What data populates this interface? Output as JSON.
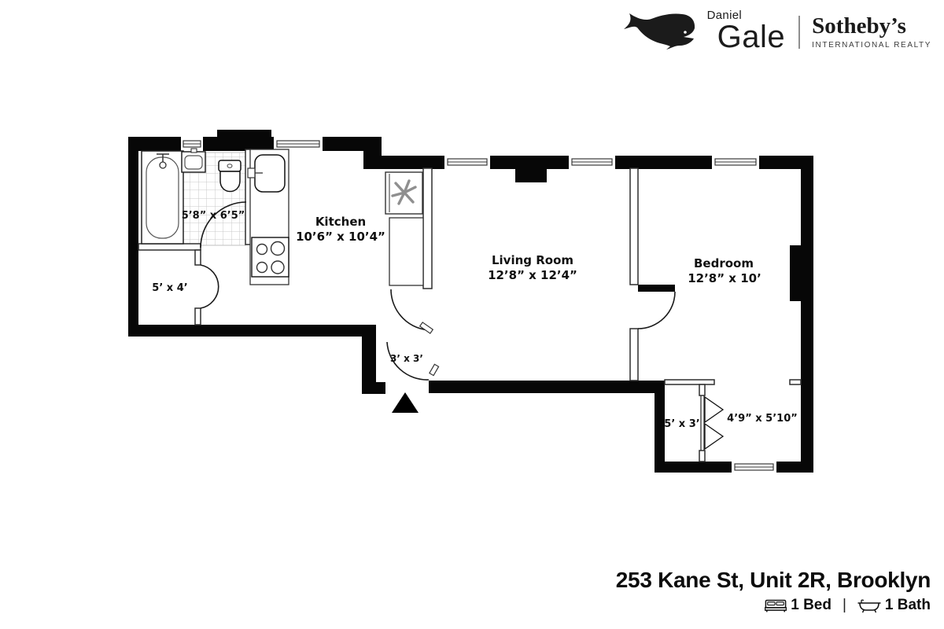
{
  "brand": {
    "daniel": "Daniel",
    "gale": "Gale",
    "sothebys": "Sotheby’s",
    "intl": "INTERNATIONAL REALTY"
  },
  "plan": {
    "bathroom_dim": "5’8” x 6’5”",
    "closet_left_dim": "5’ x 4’",
    "kitchen_name": "Kitchen",
    "kitchen_dim": "10’6” x 10’4”",
    "living_name": "Living Room",
    "living_dim": "12’8” x 12’4”",
    "bedroom_name": "Bedroom",
    "bedroom_dim": "12’8” x 10’",
    "entry_dim": "3’ x 3’",
    "closet_right_dim": "5’ x 3’",
    "nook_dim": "4’9” x 5’10”"
  },
  "footer": {
    "address": "253 Kane St, Unit 2R, Brooklyn",
    "beds": "1 Bed",
    "baths": "1 Bath",
    "separator": "|"
  },
  "colors": {
    "walls": "#070707",
    "background": "#ffffff",
    "text": "#101010",
    "tile_line": "#c9c9c9",
    "fixture_line": "#333333"
  },
  "icons": {
    "whale": "whale-logo-icon",
    "bed": "bed-icon",
    "bath": "bath-icon",
    "entrance_marker": "entrance-arrow"
  }
}
